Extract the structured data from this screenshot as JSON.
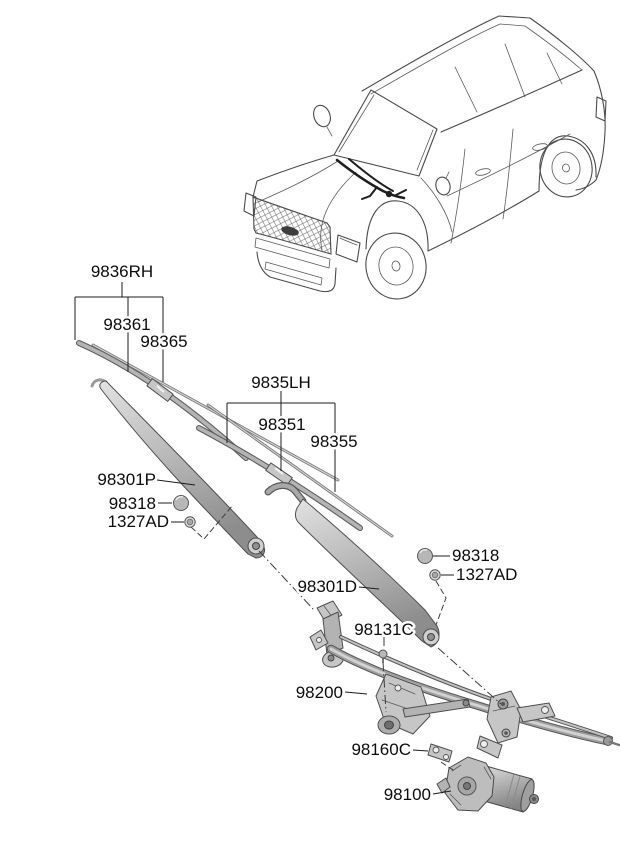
{
  "diagram": {
    "labels": {
      "blade_rh_assembly": "9836RH",
      "blade_rh": "98361",
      "blade_rh_strip": "98365",
      "blade_lh_assembly": "9835LH",
      "blade_lh": "98351",
      "blade_lh_strip": "98355",
      "arm_p": "98301P",
      "cap_left": "98318",
      "nut_left": "1327AD",
      "cap_right": "98318",
      "nut_right": "1327AD",
      "arm_d": "98301D",
      "pivot_bolt": "98131C",
      "linkage": "98200",
      "motor_bracket": "98160C",
      "motor": "98100"
    },
    "colors": {
      "background": "#ffffff",
      "outline": "#4a4a4a",
      "part_fill": "#c6c6c6",
      "part_shade": "#8f8f8f",
      "label_text": "#0c0c0c"
    }
  }
}
